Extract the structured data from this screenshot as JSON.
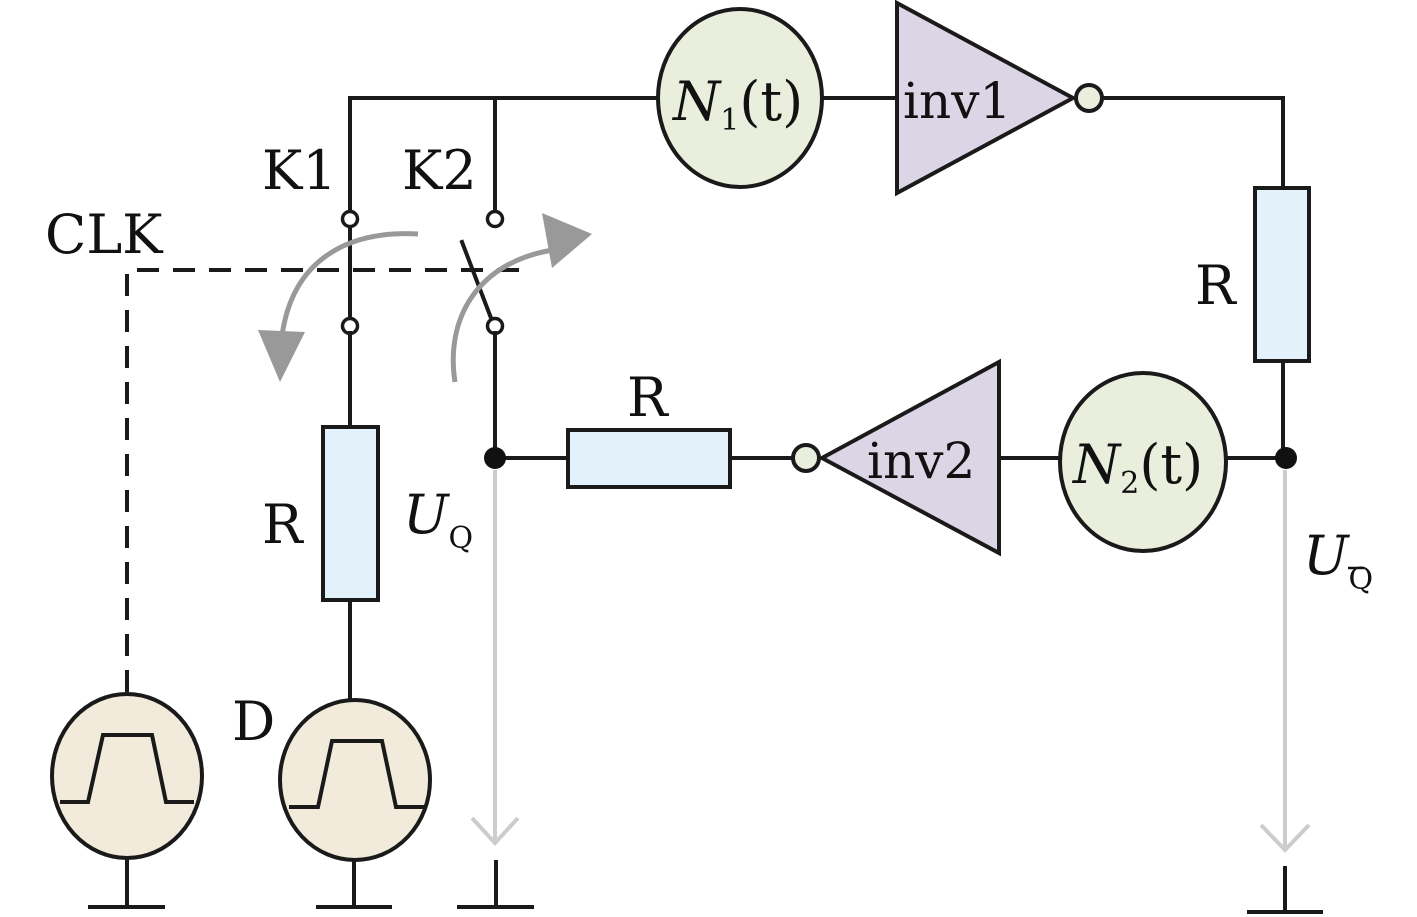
{
  "labels": {
    "clk": "CLK",
    "k1": "K1",
    "k2": "K2",
    "d": "D",
    "r_left": "R",
    "r_mid": "R",
    "r_right": "R",
    "inv1": "inv1",
    "inv2": "inv2",
    "n1_symbol": "N",
    "n1_sub": "1",
    "n1_arg": "(t)",
    "n2_symbol": "N",
    "n2_sub": "2",
    "n2_arg": "(t)",
    "uq_symbol": "U",
    "uq_sub": "Q",
    "uqbar_symbol": "U",
    "uqbar_sub": "Q"
  },
  "colors": {
    "wire": "#1a1a1a",
    "resistor_fill": "#e3f2fa",
    "noise_source_fill": "#e9efdc",
    "inverter_fill": "#dcd5e6",
    "pulse_source_fill": "#f2eadb",
    "arrow_gray": "#999999",
    "signal_line_gray": "#cccccc"
  },
  "icons": {
    "clk_source": "pulse-source-icon",
    "d_source": "pulse-source-icon",
    "ground": "ground-icon"
  }
}
